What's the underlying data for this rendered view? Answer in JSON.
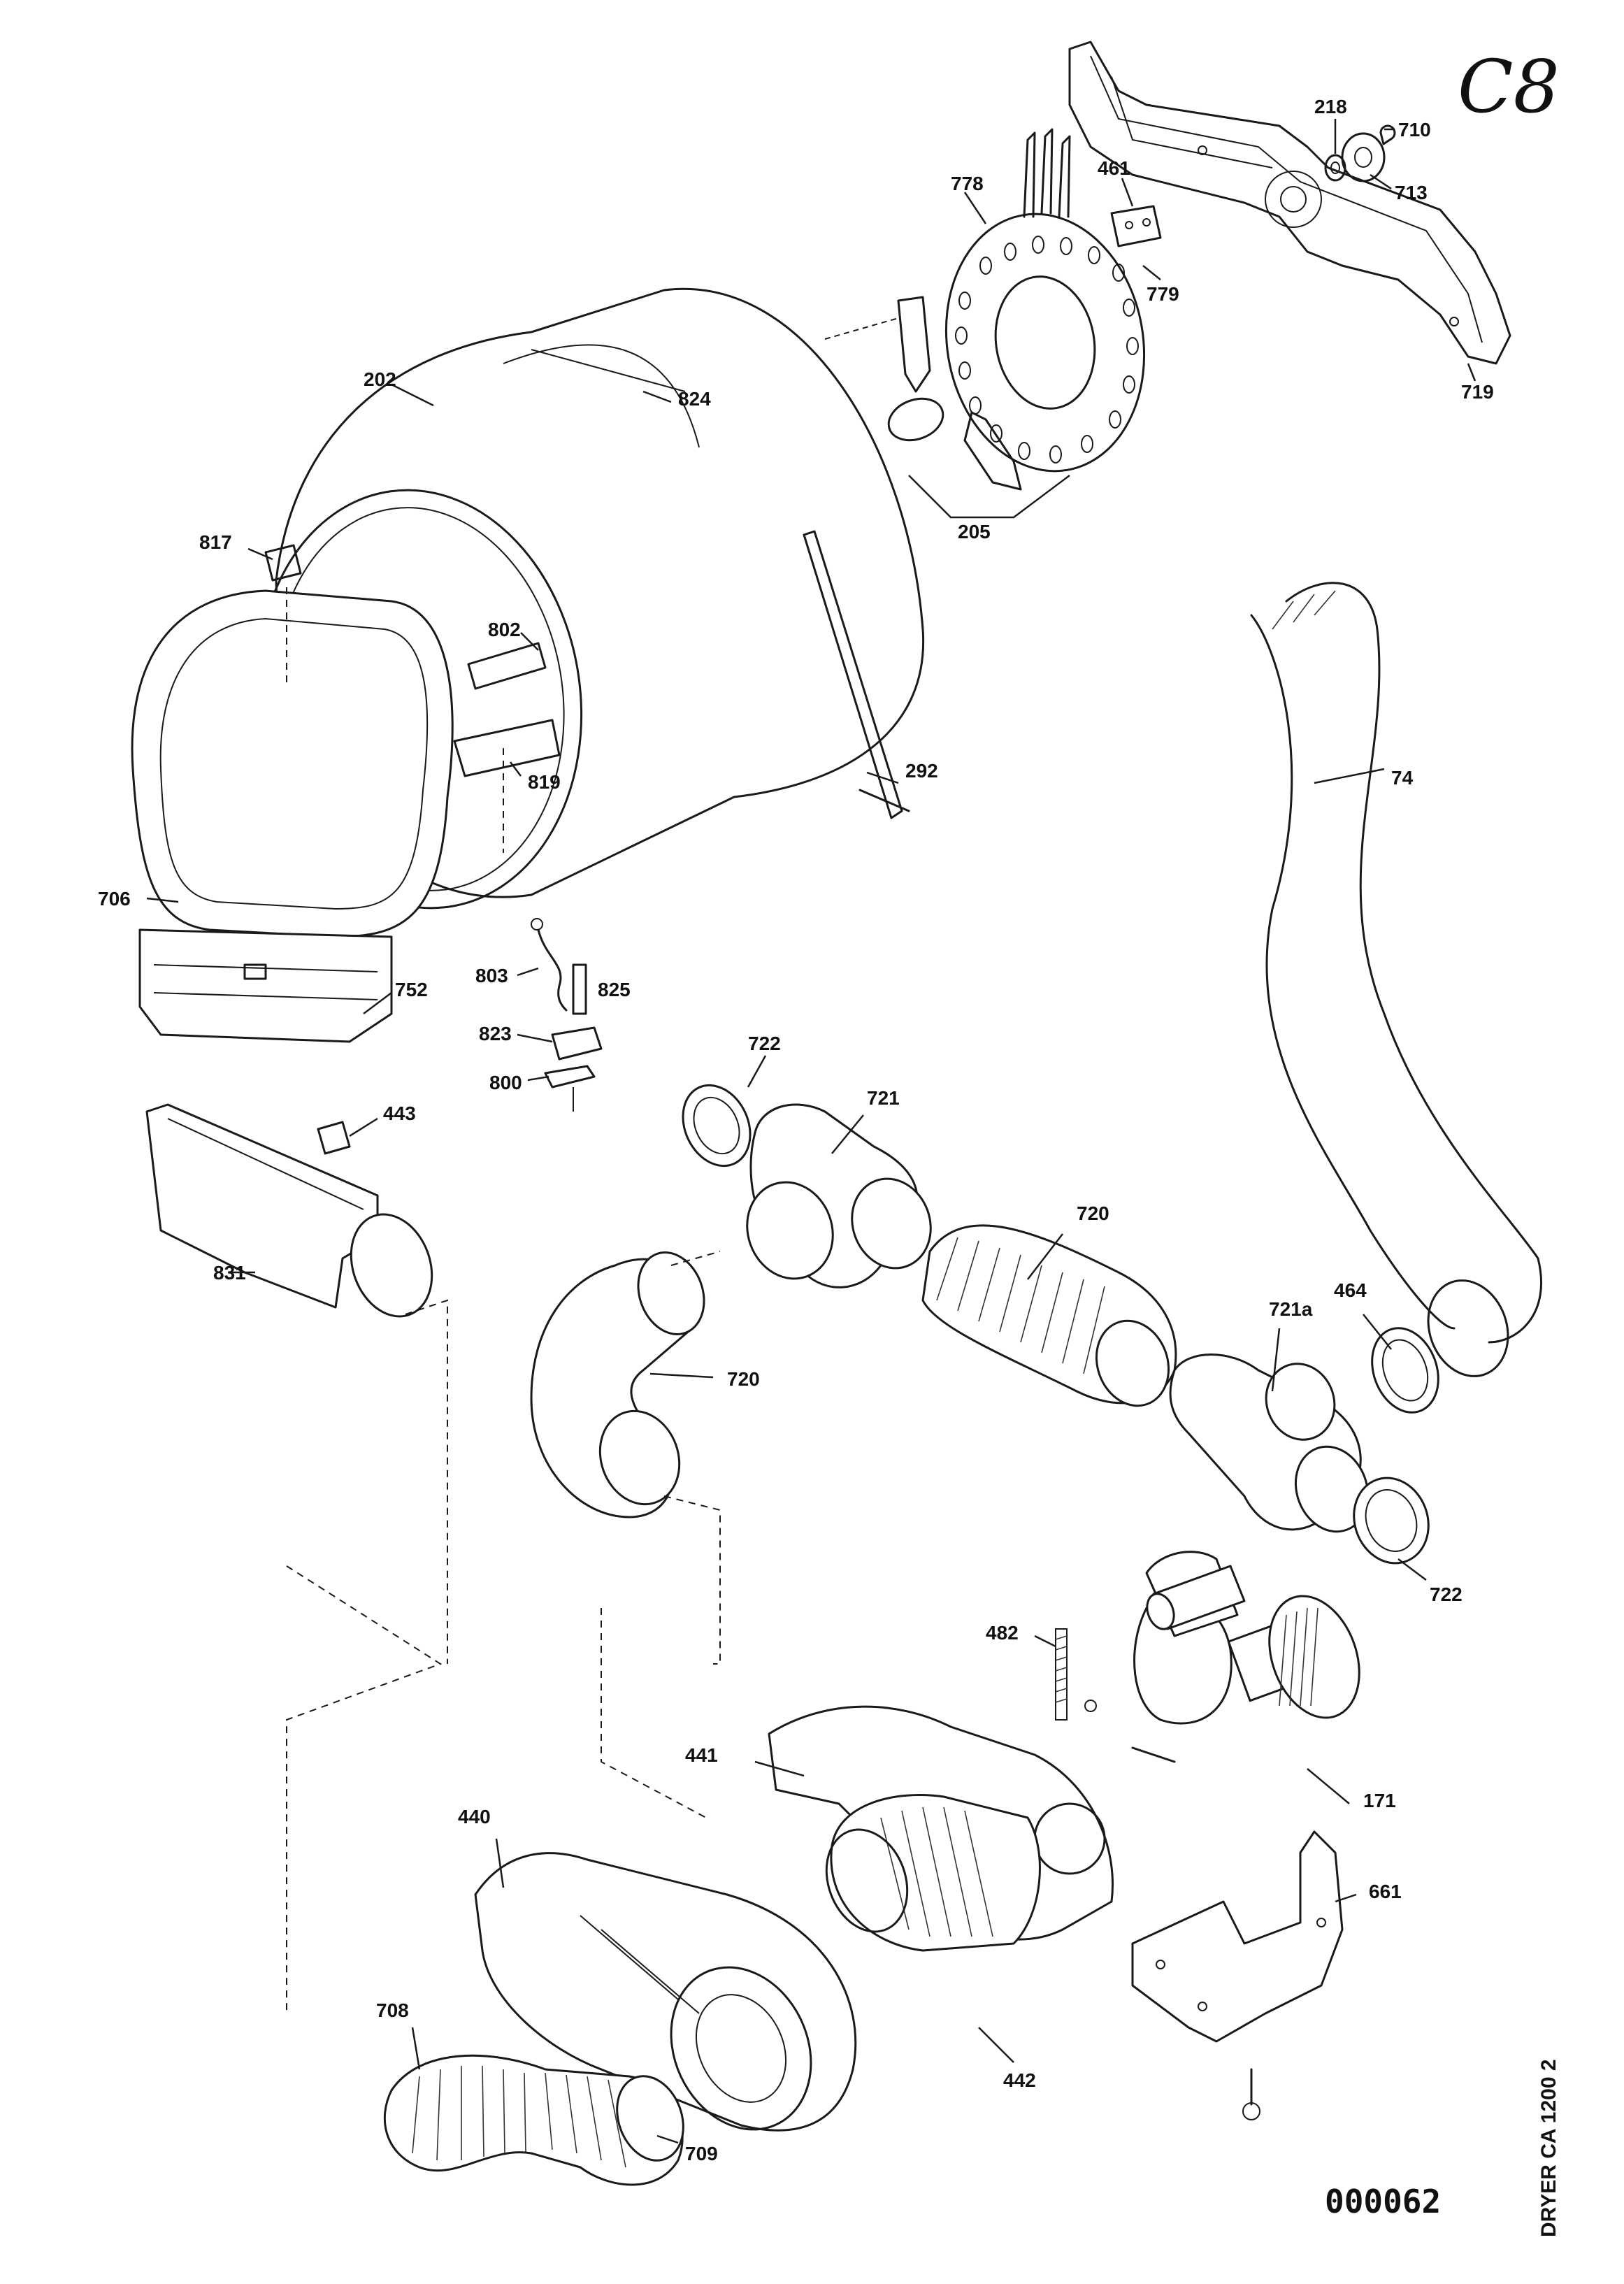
{
  "sheet": {
    "corner_mark": "C8",
    "sheet_number": "000062",
    "model_caption": "DRYER CA 1200 2"
  },
  "callouts": [
    {
      "id": "218",
      "text": "218"
    },
    {
      "id": "710",
      "text": "710"
    },
    {
      "id": "713",
      "text": "713"
    },
    {
      "id": "461",
      "text": "461"
    },
    {
      "id": "778",
      "text": "778"
    },
    {
      "id": "779",
      "text": "779"
    },
    {
      "id": "719",
      "text": "719"
    },
    {
      "id": "202",
      "text": "202"
    },
    {
      "id": "824",
      "text": "824"
    },
    {
      "id": "205",
      "text": "205"
    },
    {
      "id": "817",
      "text": "817"
    },
    {
      "id": "802",
      "text": "802"
    },
    {
      "id": "819",
      "text": "819"
    },
    {
      "id": "292",
      "text": "292"
    },
    {
      "id": "74",
      "text": "74"
    },
    {
      "id": "706",
      "text": "706"
    },
    {
      "id": "803",
      "text": "803"
    },
    {
      "id": "825",
      "text": "825"
    },
    {
      "id": "752",
      "text": "752"
    },
    {
      "id": "823",
      "text": "823"
    },
    {
      "id": "800",
      "text": "800"
    },
    {
      "id": "722a",
      "text": "722"
    },
    {
      "id": "721",
      "text": "721"
    },
    {
      "id": "443",
      "text": "443"
    },
    {
      "id": "720a",
      "text": "720"
    },
    {
      "id": "831",
      "text": "831"
    },
    {
      "id": "721a",
      "text": "721a"
    },
    {
      "id": "464",
      "text": "464"
    },
    {
      "id": "720b",
      "text": "720"
    },
    {
      "id": "722b",
      "text": "722"
    },
    {
      "id": "482",
      "text": "482"
    },
    {
      "id": "441",
      "text": "441"
    },
    {
      "id": "171",
      "text": "171"
    },
    {
      "id": "440",
      "text": "440"
    },
    {
      "id": "661",
      "text": "661"
    },
    {
      "id": "708",
      "text": "708"
    },
    {
      "id": "442",
      "text": "442"
    },
    {
      "id": "709",
      "text": "709"
    }
  ]
}
